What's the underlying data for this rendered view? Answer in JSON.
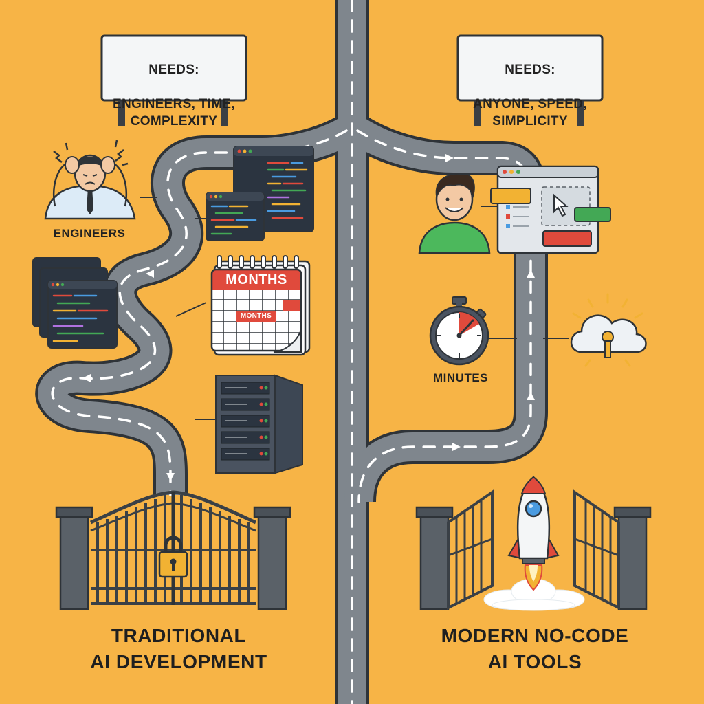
{
  "signs": {
    "left": {
      "heading": "NEEDS:",
      "body": "ENGINEERS, TIME,\nCOMPLEXITY"
    },
    "right": {
      "heading": "NEEDS:",
      "body": "ANYONE, SPEED,\nSIMPLICITY"
    }
  },
  "labels": {
    "engineers": "ENGINEERS",
    "months_header": "MONTHS",
    "months_cell": "MONTHS",
    "minutes": "MINUTES"
  },
  "titles": {
    "left": "TRADITIONAL\nAI DEVELOPMENT",
    "right": "MODERN NO-CODE\nAI TOOLS"
  },
  "colors": {
    "background": "#F7B446",
    "road": "#7F868D",
    "outline": "#2E3338",
    "calendar_red": "#E04A3C",
    "lock_gold": "#F2B233",
    "ui_green": "#43A855",
    "shirt_green": "#4CB85C"
  },
  "icons": [
    "stressed-engineer-icon",
    "code-window-icon",
    "calendar-icon",
    "server-rack-icon",
    "locked-gate-icon",
    "padlock-icon",
    "happy-user-icon",
    "no-code-builder-icon",
    "cursor-icon",
    "stopwatch-icon",
    "cloud-deploy-icon",
    "rocket-icon",
    "open-gate-icon"
  ]
}
